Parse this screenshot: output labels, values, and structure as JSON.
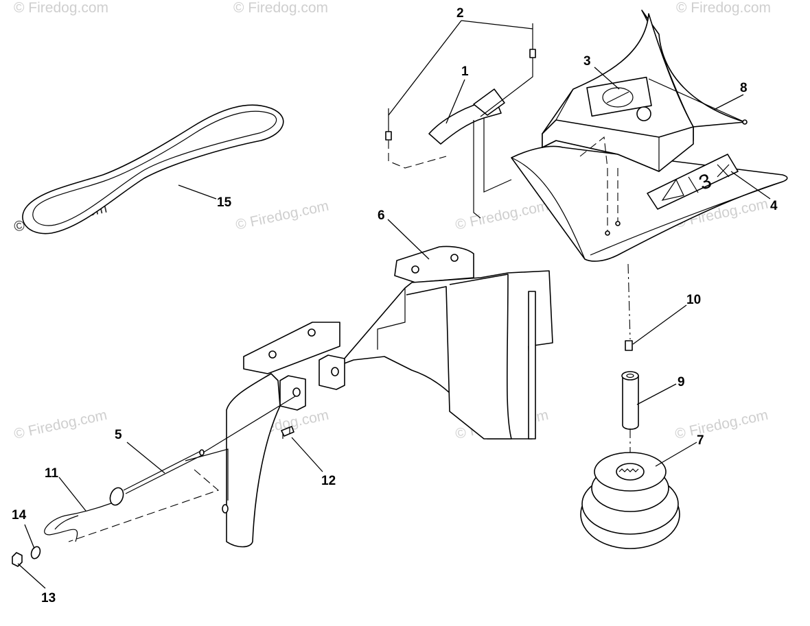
{
  "watermark": {
    "text": "© Firedog.com",
    "color": "#cfcfcf"
  },
  "callouts": [
    {
      "id": "1",
      "label": "1"
    },
    {
      "id": "2",
      "label": "2"
    },
    {
      "id": "3",
      "label": "3"
    },
    {
      "id": "4",
      "label": "4"
    },
    {
      "id": "5",
      "label": "5"
    },
    {
      "id": "6",
      "label": "6"
    },
    {
      "id": "7",
      "label": "7"
    },
    {
      "id": "8",
      "label": "8"
    },
    {
      "id": "9",
      "label": "9"
    },
    {
      "id": "10",
      "label": "10"
    },
    {
      "id": "11",
      "label": "11"
    },
    {
      "id": "12",
      "label": "12"
    },
    {
      "id": "13",
      "label": "13"
    },
    {
      "id": "14",
      "label": "14"
    },
    {
      "id": "15",
      "label": "15"
    }
  ],
  "decal_text": "3"
}
